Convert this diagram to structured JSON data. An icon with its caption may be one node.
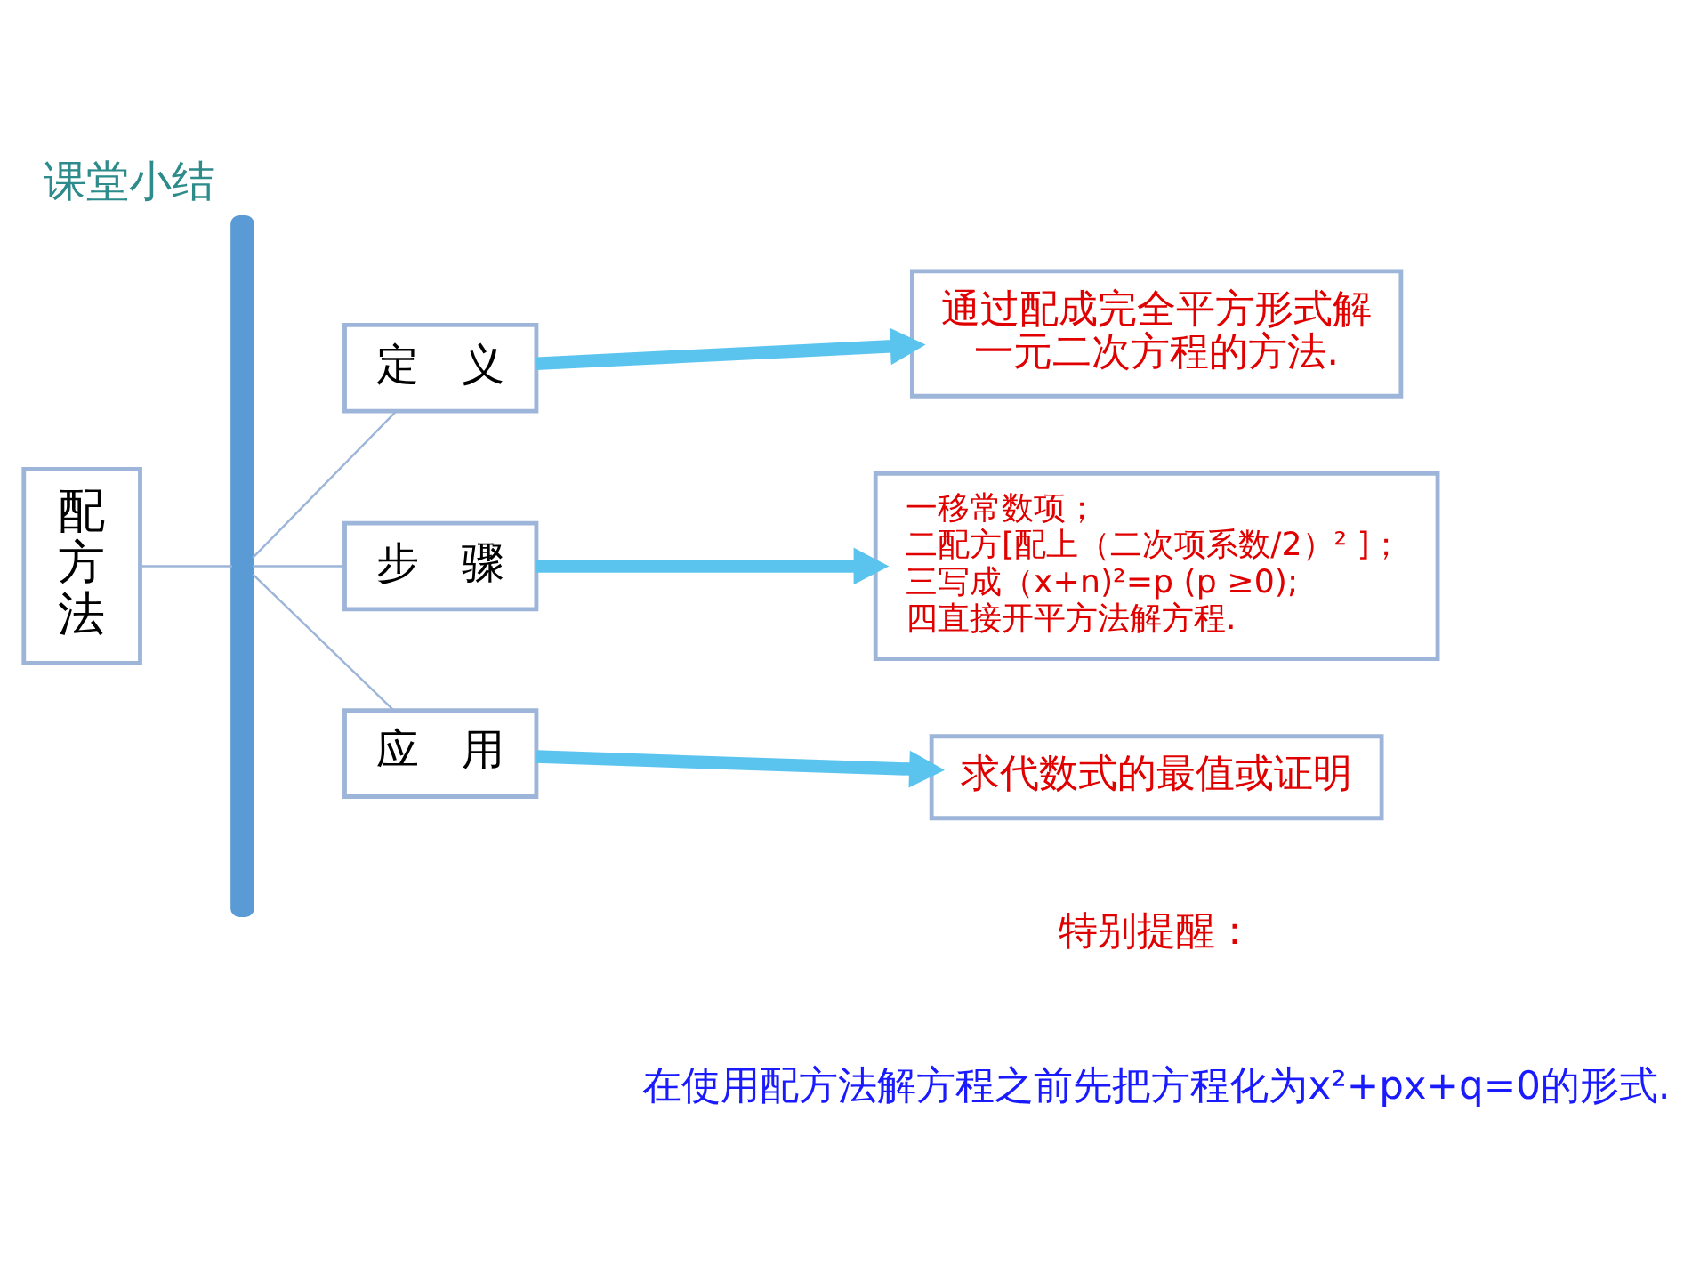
{
  "diagram": {
    "title": "课堂小结",
    "nodes": [
      {
        "text": [
          "配方法"
        ]
      },
      {
        "text": [],
        "shape": "bar"
      },
      {
        "text": [
          "定　义"
        ]
      },
      {
        "text": [
          "步　骤"
        ]
      },
      {
        "text": [
          "应　用"
        ]
      },
      {
        "text": [
          "通过配成完全平方形式解一元二次方程的方法."
        ]
      },
      {
        "text": [
          "一移常数项；",
          "二配方[配上（二次项系数/2）² ]；",
          "三写成（x+n)²=p (p ≥0);",
          "四直接开平方法解方程."
        ]
      },
      {
        "text": [
          "求代数式的最值或证明"
        ]
      }
    ],
    "edges": [
      {
        "from": 0,
        "to": 1,
        "arrow": "none"
      },
      {
        "from": 1,
        "to": 2,
        "arrow": "none"
      },
      {
        "from": 1,
        "to": 3,
        "arrow": "none"
      },
      {
        "from": 1,
        "to": 4,
        "arrow": "none"
      },
      {
        "from": 2,
        "to": 5,
        "arrow": "to",
        "style": "thick",
        "color": "#5bc4ee"
      },
      {
        "from": 3,
        "to": 6,
        "arrow": "to",
        "style": "thick",
        "color": "#5bc4ee"
      },
      {
        "from": 4,
        "to": 7,
        "arrow": "to",
        "style": "thick",
        "color": "#5bc4ee"
      }
    ],
    "labels": [
      "特别提醒：",
      "在使用配方法解方程之前先把方程化为x²+px+q=0的形式."
    ]
  }
}
